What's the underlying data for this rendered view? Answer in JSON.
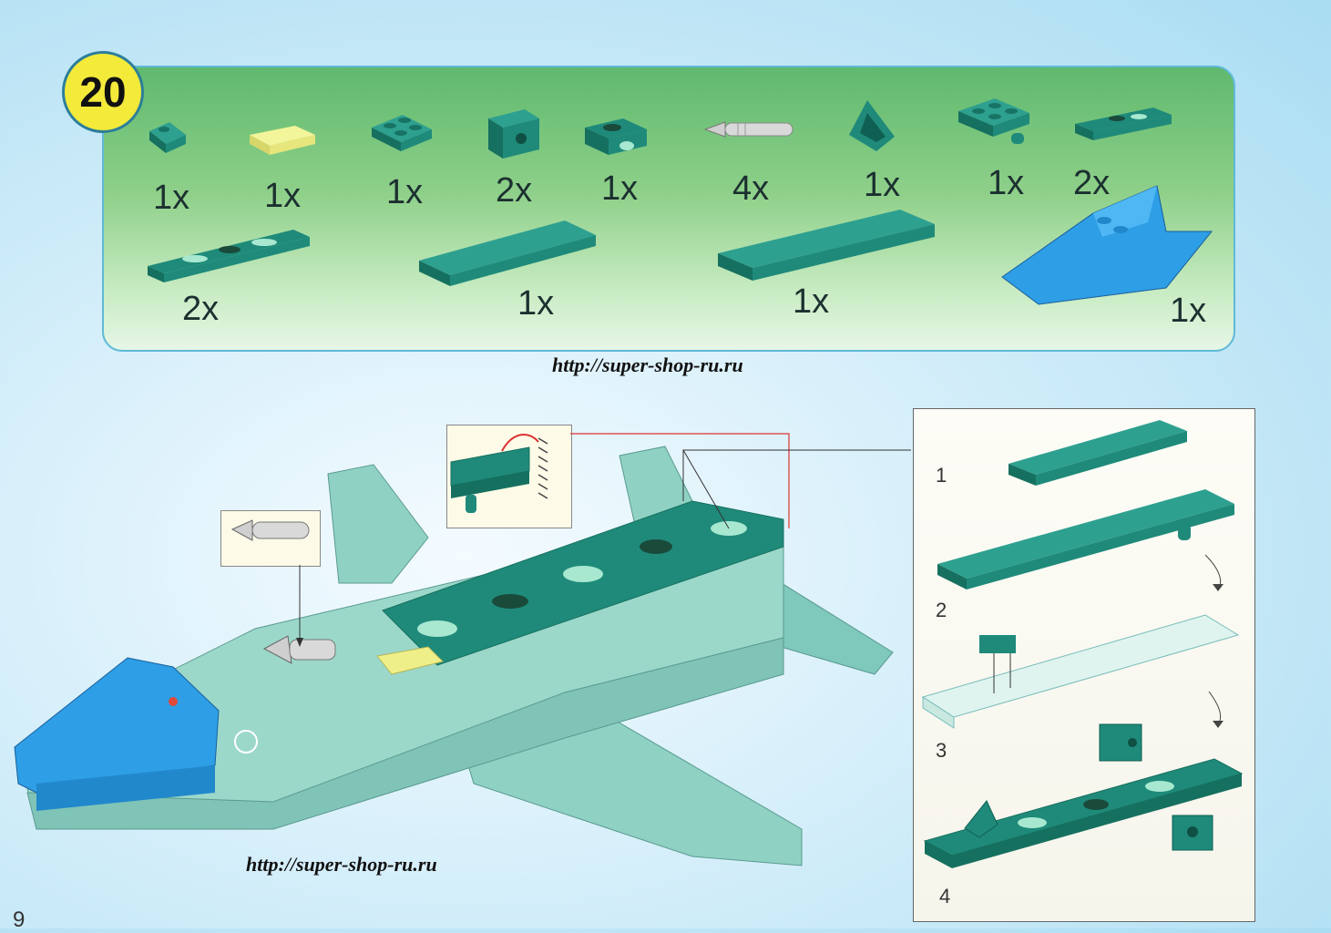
{
  "step": {
    "number": "20"
  },
  "parts": {
    "counts": [
      "1x",
      "1x",
      "1x",
      "2x",
      "1x",
      "4x",
      "1x",
      "1x",
      "2x",
      "2x",
      "1x",
      "1x",
      "1x"
    ]
  },
  "watermark": {
    "url_top": "http://super-shop-ru.ru",
    "url_bottom": "http://super-shop-ru.ru"
  },
  "substeps": {
    "labels": [
      "1",
      "2",
      "3",
      "4"
    ]
  },
  "page": {
    "number": "9"
  },
  "colors": {
    "brick_teal": "#1f8a7a",
    "canopy_blue": "#2e9ee6",
    "transparent_yellow": "#efef8a",
    "badge_yellow": "#f3ea3a",
    "camo_dark": "#1a4a3a",
    "camo_light": "#a8e8d0"
  }
}
